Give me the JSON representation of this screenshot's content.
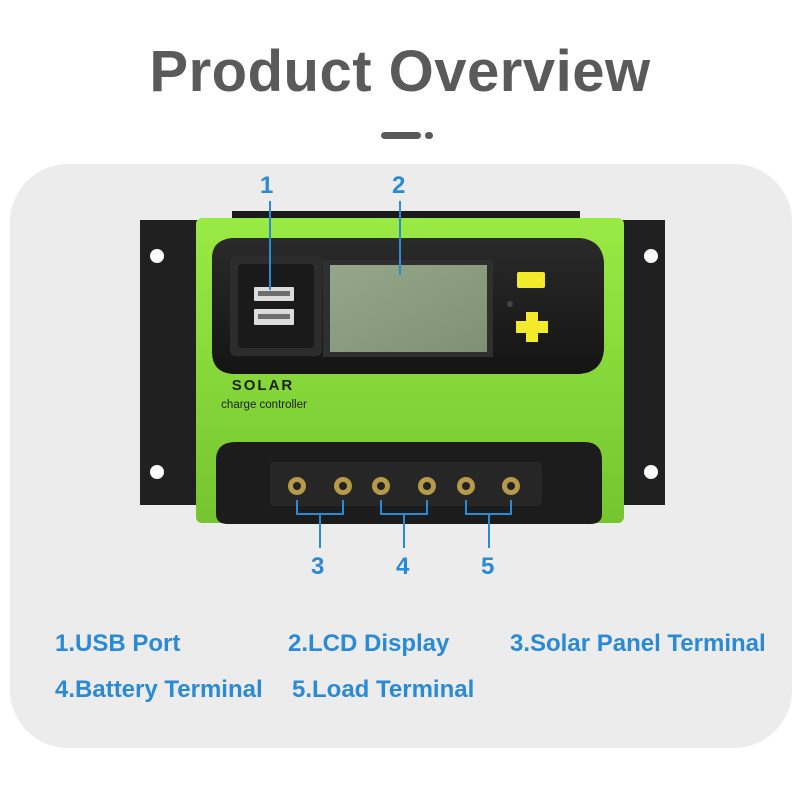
{
  "title": "Product Overview",
  "device": {
    "brand": "SOLAR",
    "subtitle": "charge controller"
  },
  "callouts": [
    "1",
    "2",
    "3",
    "4",
    "5"
  ],
  "legend": [
    "1.USB Port",
    "2.LCD Display",
    "3.Solar Panel Terminal",
    "4.Battery Terminal",
    "5.Load Terminal"
  ],
  "colors": {
    "title": "#5a5a5a",
    "accent_blue": "#2a8ad4",
    "body_green": "#8ee03c",
    "lcd": "#8a9c7e",
    "button_yellow": "#f2ea2a",
    "housing_black": "#1f1f1f"
  }
}
